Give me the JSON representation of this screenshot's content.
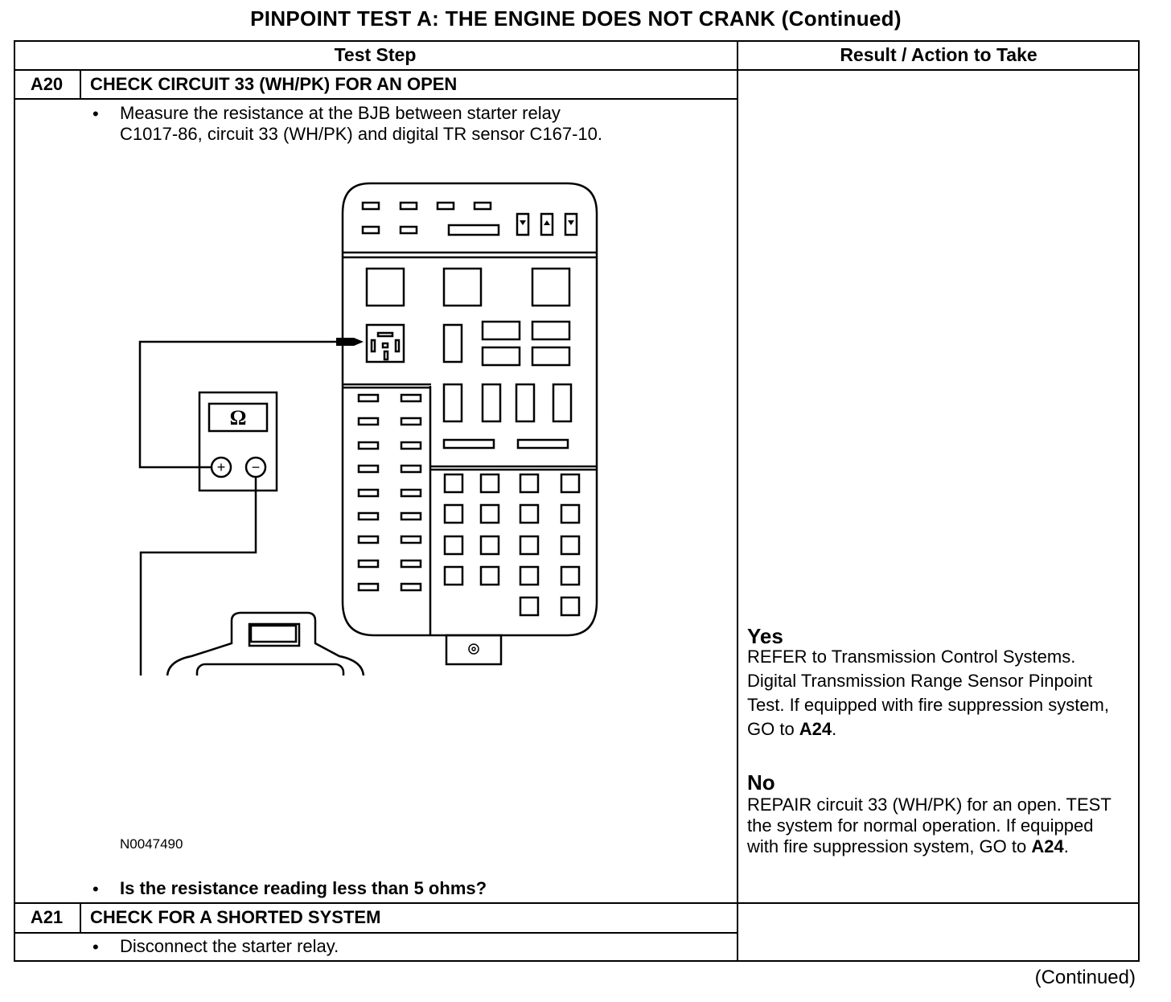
{
  "title": "PINPOINT TEST  A: THE ENGINE DOES NOT CRANK (Continued)",
  "table": {
    "headers": {
      "test_step": "Test Step",
      "result": "Result / Action to Take"
    }
  },
  "steps": [
    {
      "id": "A20",
      "heading": "CHECK CIRCUIT 33 (WH/PK) FOR AN OPEN",
      "bullet1_line1": "Measure the resistance at the BJB between starter relay",
      "bullet1_line2": "C1017-86, circuit 33 (WH/PK) and digital TR sensor C167-10.",
      "figure_id": "N0047490",
      "question": "Is the resistance reading less than 5 ohms?",
      "yes_label": "Yes",
      "yes_text": "REFER to Transmission Control Systems. Digital Transmission Range Sensor Pinpoint Test.  If equipped with fire suppression system, GO to ",
      "yes_ref": "A24",
      "no_label": "No",
      "no_text": "REPAIR circuit 33 (WH/PK) for an open. TEST the system for normal operation. If equipped with fire suppression system, GO to ",
      "no_ref": "A24"
    },
    {
      "id": "A21",
      "heading": "CHECK FOR A SHORTED SYSTEM",
      "bullet1": "Disconnect the starter relay."
    }
  ],
  "meter_symbol": "Ω",
  "meter_plus": "+",
  "meter_minus": "−",
  "bullet_char": "•",
  "continued": "(Continued)"
}
